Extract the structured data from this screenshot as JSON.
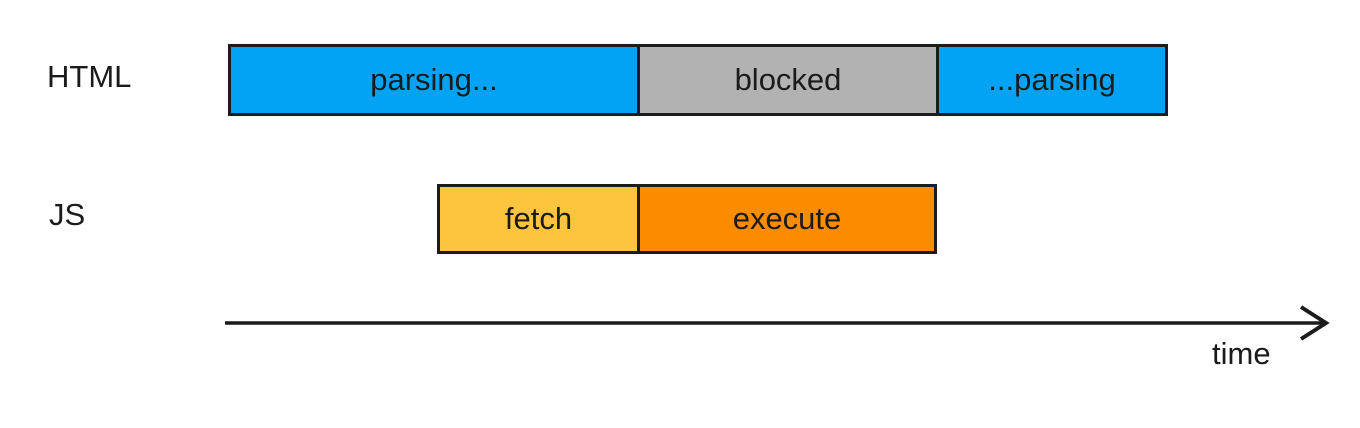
{
  "colors": {
    "parsing_blue": "#02A3F4",
    "blocked_gray": "#B2B2B2",
    "fetch_yellow": "#FDC53D",
    "execute_orange": "#FB8C00",
    "outline": "#1C1C1C",
    "text": "#1B1B1B",
    "background": "#FFFFFF"
  },
  "rows": [
    {
      "label": "HTML",
      "segments": [
        {
          "label": "parsing...",
          "color": "#02A3F4"
        },
        {
          "label": "blocked",
          "color": "#B2B2B2"
        },
        {
          "label": "...parsing",
          "color": "#02A3F4"
        }
      ]
    },
    {
      "label": "JS",
      "segments": [
        {
          "label": "fetch",
          "color": "#FDC53D"
        },
        {
          "label": "execute",
          "color": "#FB8C00"
        }
      ]
    }
  ],
  "axis": {
    "label": "time"
  }
}
